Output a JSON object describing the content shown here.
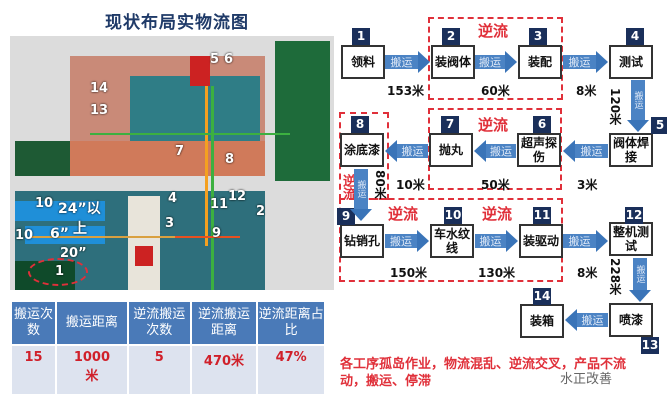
{
  "title": "现状布局实物流图",
  "photo_labels": [
    "5",
    "6",
    "14",
    "13",
    "7",
    "8",
    "4",
    "12",
    "11",
    "2",
    "3",
    "9",
    "10",
    "10",
    "24”以",
    "上",
    "6”",
    "20”",
    "1"
  ],
  "table": {
    "headers": [
      "搬运次数",
      "搬运距离",
      "逆流搬运次数",
      "逆流搬运距离",
      "逆流距离占比"
    ],
    "values": [
      "15",
      "1000米",
      "5",
      "470米",
      "47%"
    ]
  },
  "steps": [
    {
      "n": "1",
      "label": "领料"
    },
    {
      "n": "2",
      "label": "装阀体"
    },
    {
      "n": "3",
      "label": "装配"
    },
    {
      "n": "4",
      "label": "测试"
    },
    {
      "n": "5",
      "label": "阀体焊接"
    },
    {
      "n": "6",
      "label": "超声探伤"
    },
    {
      "n": "7",
      "label": "抛丸"
    },
    {
      "n": "8",
      "label": "涂底漆"
    },
    {
      "n": "9",
      "label": "钻销孔"
    },
    {
      "n": "10",
      "label": "车水纹线"
    },
    {
      "n": "11",
      "label": "装驱动"
    },
    {
      "n": "12",
      "label": "整机测试"
    },
    {
      "n": "13",
      "label": "喷漆"
    },
    {
      "n": "14",
      "label": "装箱"
    }
  ],
  "arrow_label": "搬运",
  "distances": [
    "153米",
    "60米",
    "8米",
    "120米",
    "3米",
    "50米",
    "10米",
    "80米",
    "150米",
    "130米",
    "8米",
    "228米"
  ],
  "reverse_label": "逆流",
  "note": "各工序孤岛作业，物流混乱、逆流交叉，产品不流动，搬运、停滞",
  "watermark": "水正改善",
  "colors": {
    "arrow": "#4b83c4",
    "badge": "#1a2f5a",
    "alert": "#e0303a",
    "table_header": "#4a7ab8"
  }
}
